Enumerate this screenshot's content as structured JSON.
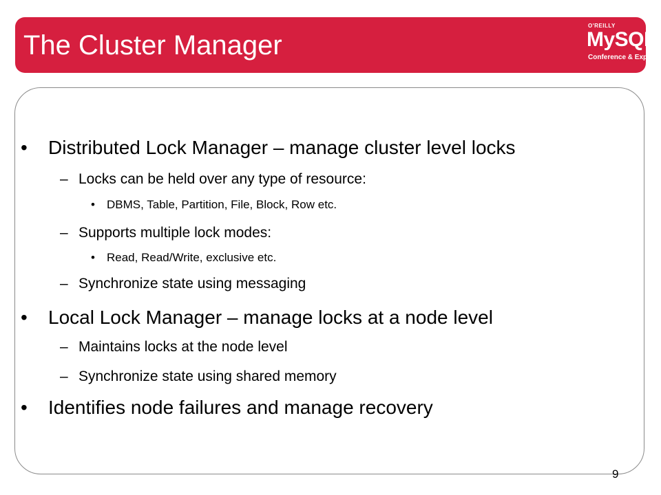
{
  "slide": {
    "title": "The Cluster Manager",
    "logo": {
      "publisher": "O'REILLY",
      "product": "MySQL",
      "event": "Conference & Expo"
    },
    "bullets": [
      {
        "text": "Distributed Lock Manager – manage cluster level locks",
        "children": [
          {
            "text": "Locks can be held over any type of resource:",
            "children": [
              {
                "text": "DBMS, Table, Partition, File, Block, Row etc."
              }
            ]
          },
          {
            "text": "Supports multiple lock modes:",
            "children": [
              {
                "text": "Read, Read/Write, exclusive etc."
              }
            ]
          },
          {
            "text": "Synchronize state using messaging"
          }
        ]
      },
      {
        "text": "Local Lock Manager – manage locks at a node level",
        "children": [
          {
            "text": "Maintains locks at the node level"
          },
          {
            "text": "Synchronize state using shared memory"
          }
        ]
      },
      {
        "text": "Identifies node failures and manage recovery"
      }
    ],
    "markers": {
      "level1": "•",
      "level2": "–",
      "level3": "•"
    },
    "page_number": "9"
  },
  "colors": {
    "title_bar": "#d61f3f",
    "title_text": "#ffffff",
    "border": "#8a8a8a"
  }
}
